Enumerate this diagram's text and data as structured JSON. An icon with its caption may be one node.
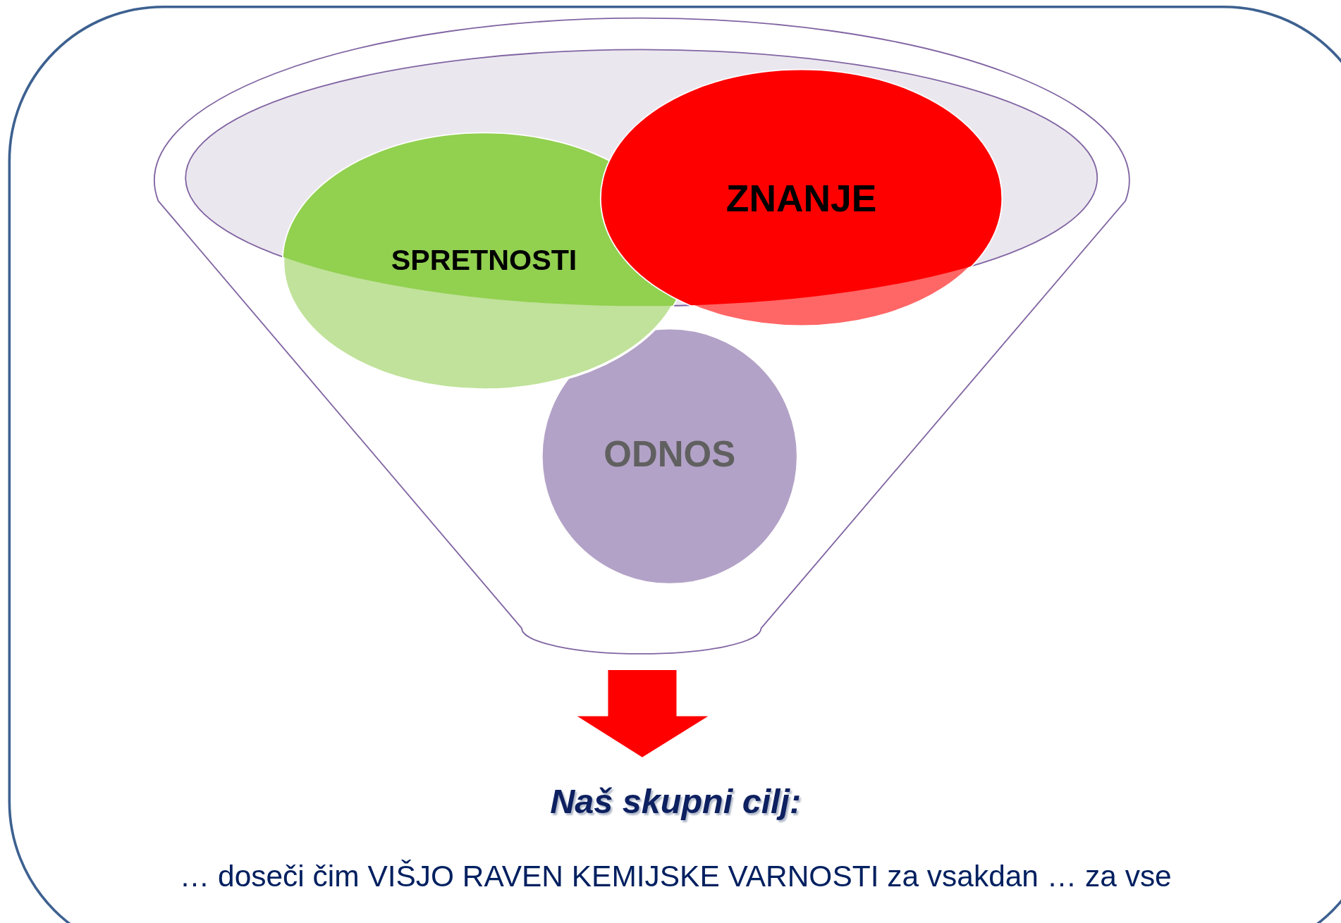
{
  "diagram": {
    "nodes": [
      {
        "text": [],
        "shape": "funnel"
      },
      {
        "text": [
          "SPRETNOSTI"
        ],
        "in": 0
      },
      {
        "text": [
          "ZNANJE"
        ],
        "in": 0
      },
      {
        "text": [
          "ODNOS"
        ],
        "in": 0
      },
      {
        "text": [
          "Naš skupni cilj:"
        ]
      }
    ],
    "edges": [
      {
        "from": 0,
        "to": 4,
        "arrow": "to",
        "style": "thick",
        "color": "#ff0000"
      }
    ],
    "labels": [
      "… doseči čim VIŠJO RAVEN KEMIJSKE VARNOSTI za vsakdan … za vse"
    ]
  }
}
